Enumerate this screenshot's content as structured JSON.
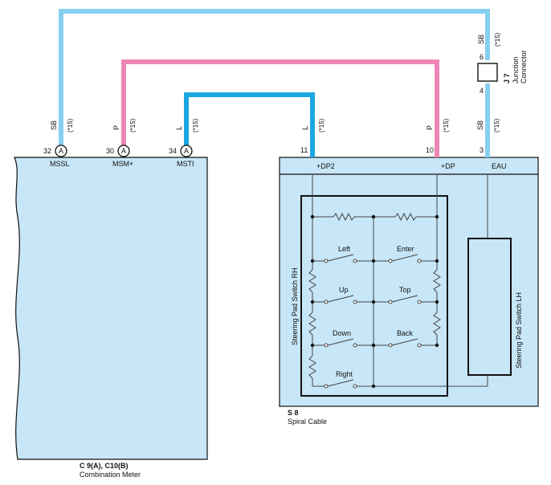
{
  "colors": {
    "sb": "#87cfef",
    "p": "#ef86b6",
    "l": "#1ca7e3",
    "panel": "#c7e6f7",
    "line": "#111111",
    "thin": "#555555"
  },
  "wires": {
    "sb": {
      "color_code": "SB",
      "spec": "(*15)"
    },
    "p": {
      "color_code": "P",
      "spec": "(*15)"
    },
    "l": {
      "color_code": "L",
      "spec": "(*15)"
    }
  },
  "meter": {
    "pins": [
      {
        "num": "32",
        "conn": "A",
        "name": "MSSL"
      },
      {
        "num": "30",
        "conn": "A",
        "name": "MSM+"
      },
      {
        "num": "34",
        "conn": "A",
        "name": "MSTI"
      }
    ],
    "code": "C 9(A), C10(B)",
    "name": "Combination Meter"
  },
  "spiral": {
    "pins": [
      {
        "num": "11",
        "name": "+DP2"
      },
      {
        "num": "10",
        "name": "+DP"
      },
      {
        "num": "3",
        "name": "EAU"
      }
    ],
    "code": "S 8",
    "name": "Spiral Cable"
  },
  "junction": {
    "code": "J 7",
    "name_line1": "Junction",
    "name_line2": "Connector",
    "pin_top": "6",
    "pin_bottom": "4"
  },
  "switch_rh": {
    "title": "Steering Pad Switch RH",
    "buttons": [
      "Left",
      "Enter",
      "Up",
      "Top",
      "Down",
      "Back",
      "Right"
    ]
  },
  "switch_lh": {
    "title": "Steering Pad Switch LH"
  }
}
